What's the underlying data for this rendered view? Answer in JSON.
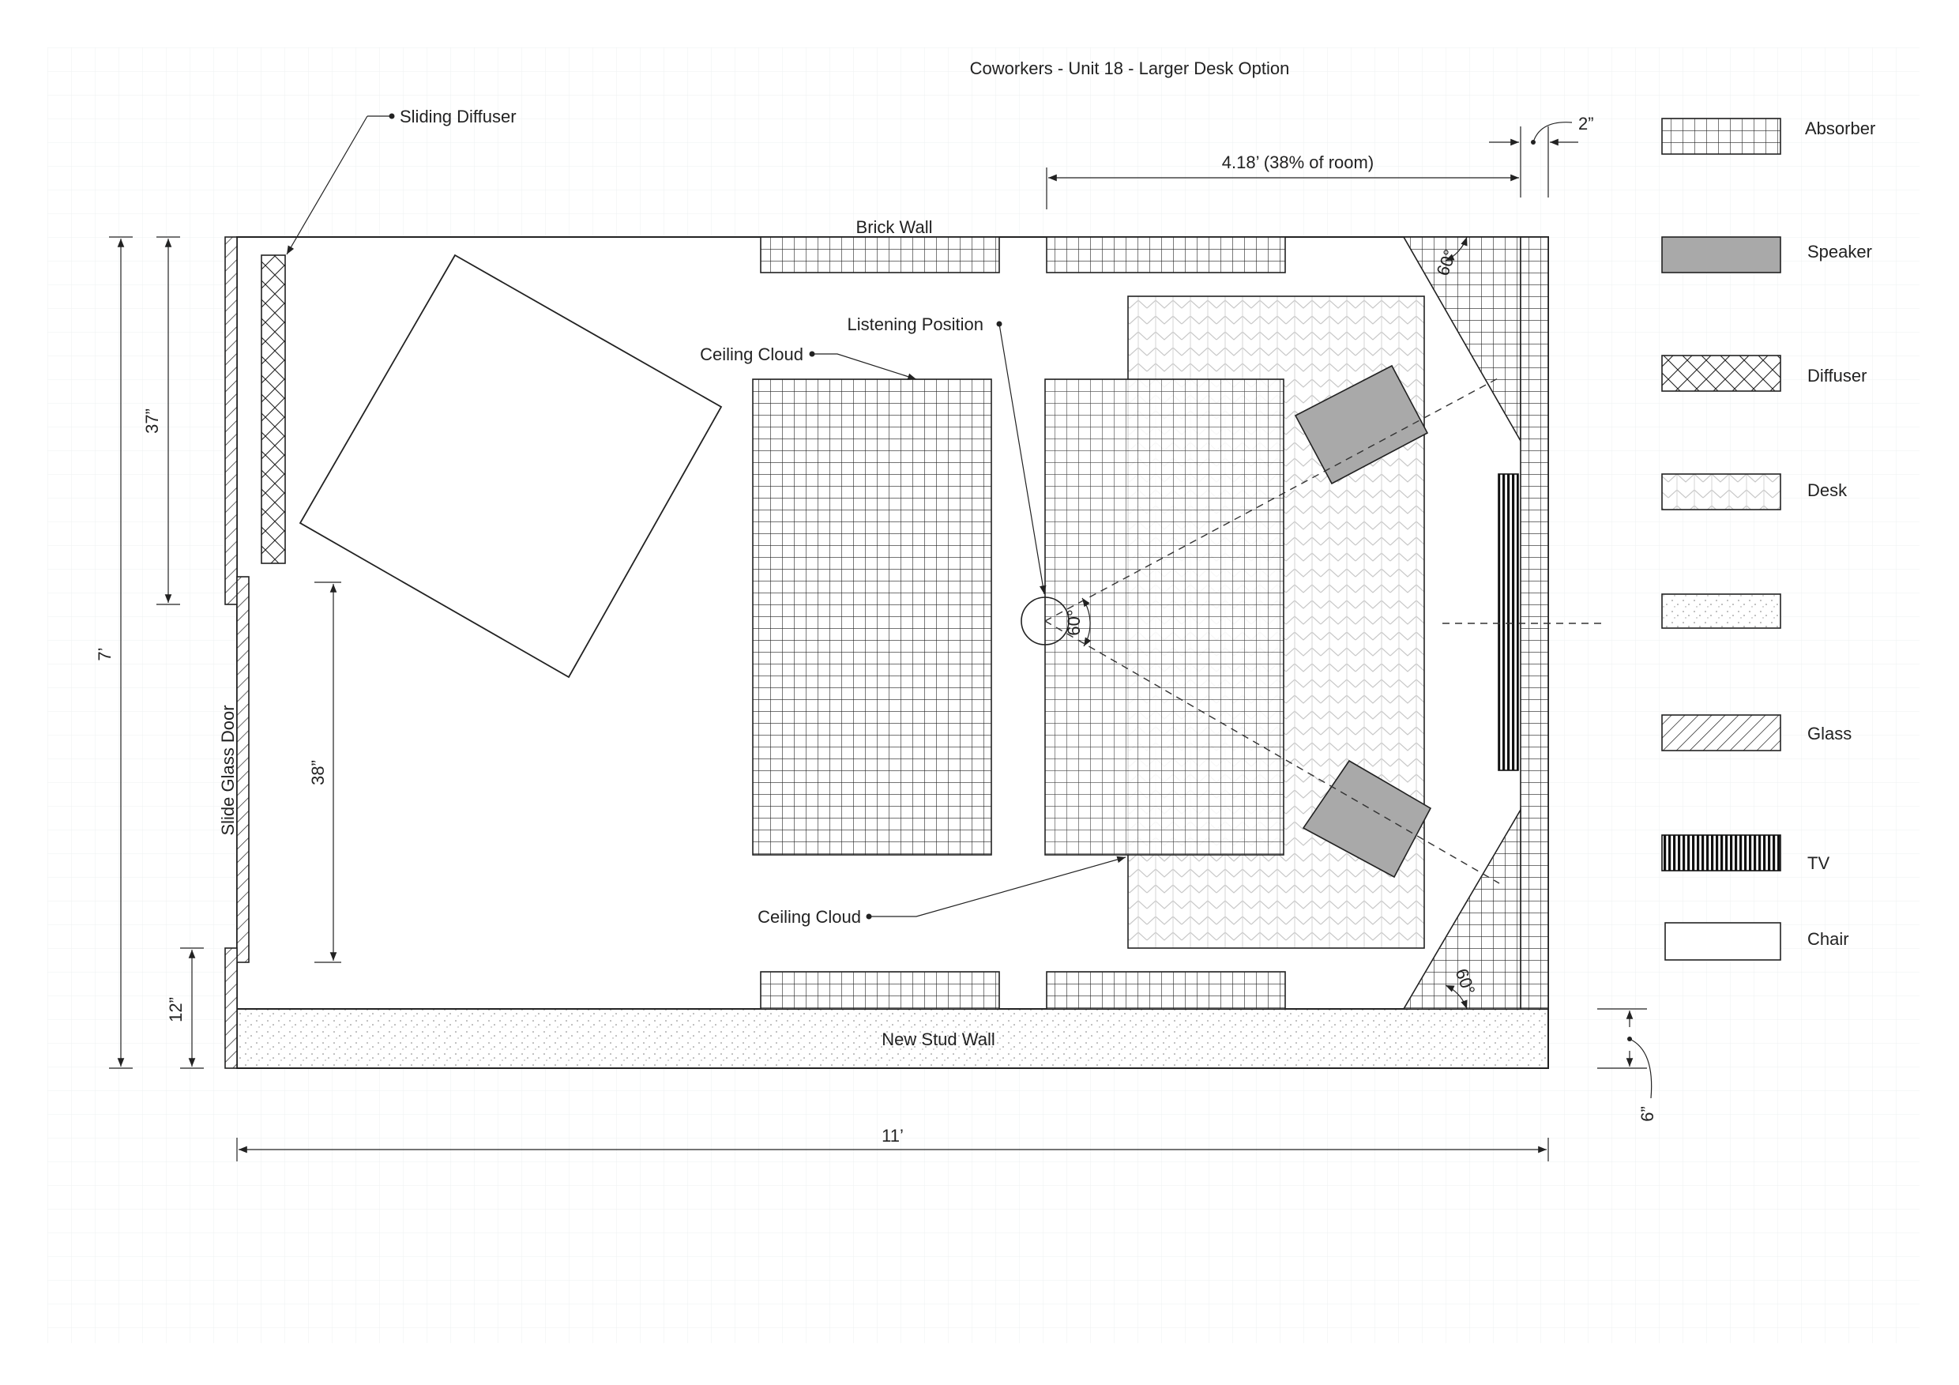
{
  "title": "Coworkers - Unit 18 - Larger Desk Option",
  "labels": {
    "brick_wall": "Brick Wall",
    "new_stud_wall": "New Stud Wall",
    "slide_glass_door": "Slide Glass Door",
    "sliding_diffuser": "Sliding Diffuser",
    "listening_position": "Listening Position",
    "ceiling_cloud_top": "Ceiling Cloud",
    "ceiling_cloud_bottom": "Ceiling Cloud"
  },
  "dimensions": {
    "width": "11’",
    "height": "7’",
    "door_upper": "37”",
    "door_lower": "38”",
    "door_bottom": "12”",
    "front_wall_span": "4.18’ (38% of room)",
    "wall_gap_right": "2”",
    "stud_wall_depth": "6”"
  },
  "angles": {
    "listening": "60°",
    "top_corner": "60°",
    "bottom_corner": "60°"
  },
  "legend": [
    {
      "key": "absorber",
      "label": "Absorber"
    },
    {
      "key": "speaker",
      "label": "Speaker"
    },
    {
      "key": "diffuser",
      "label": "Diffuser"
    },
    {
      "key": "desk",
      "label": "Desk"
    },
    {
      "key": "stud",
      "label": ""
    },
    {
      "key": "glass",
      "label": "Glass"
    },
    {
      "key": "tv",
      "label": "TV"
    },
    {
      "key": "chair",
      "label": "Chair"
    }
  ],
  "colors": {
    "line": "#222222",
    "speaker_fill": "#a9a9a9",
    "grid": "#eef0f2"
  }
}
